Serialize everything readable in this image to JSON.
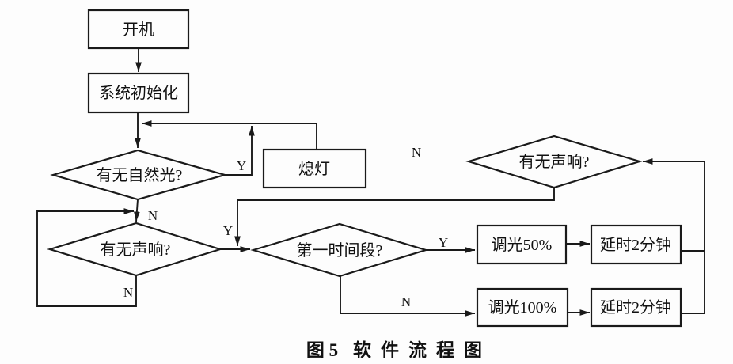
{
  "colors": {
    "background": "#fdfdfd",
    "line": "#1a1a1a",
    "text": "#111111"
  },
  "nodes": {
    "power_on": "开机",
    "system_init": "系统初始化",
    "natural_light_check": "有无自然光?",
    "lights_off": "熄灯",
    "sound_check_main": "有无声响?",
    "sound_check_recheck": "有无声响?",
    "time_period_check": "第一时间段?",
    "dim_50": "调光50%",
    "delay_2min_top": "延时2分钟",
    "dim_100": "调光100%",
    "delay_2min_bottom": "延时2分钟"
  },
  "edge_labels": {
    "natural_light_yes": "Y",
    "natural_light_no": "N",
    "sound_main_yes": "Y",
    "sound_main_no": "N",
    "sound_recheck_no": "N",
    "time_period_yes": "Y",
    "time_period_no": "N"
  },
  "caption": {
    "prefix": "图 5",
    "title": "软件流程图"
  }
}
